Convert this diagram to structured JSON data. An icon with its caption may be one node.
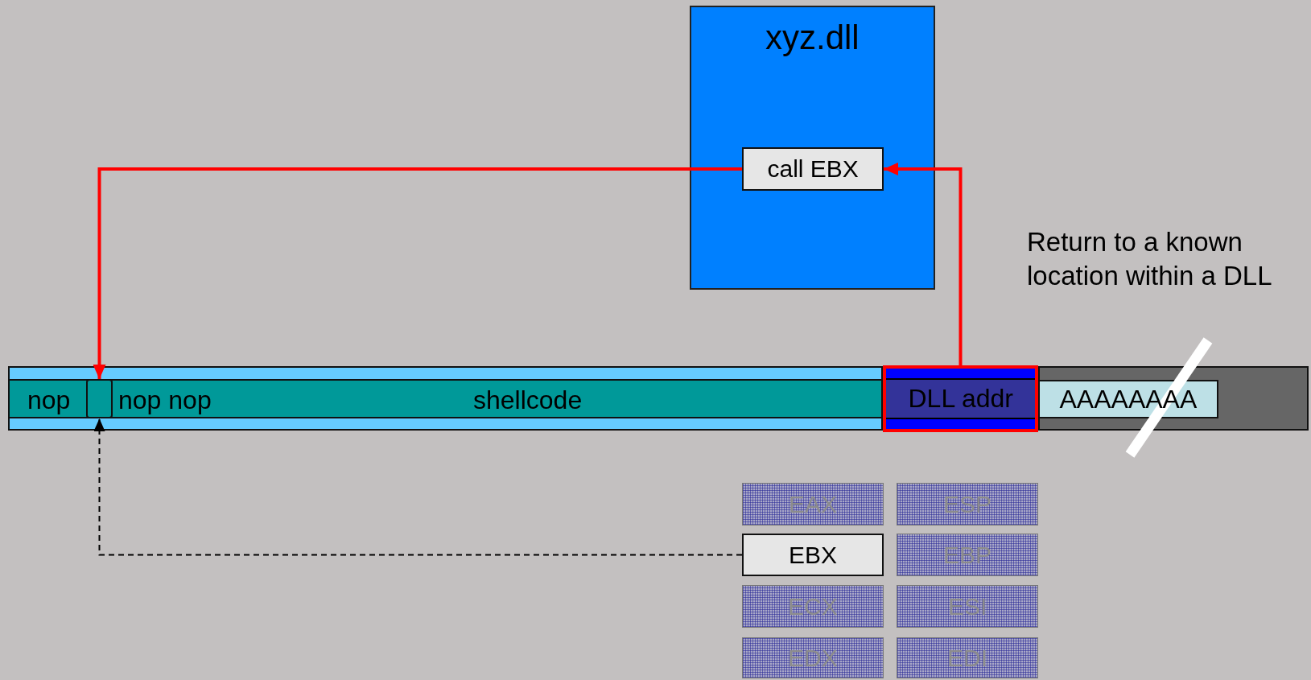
{
  "diagram": {
    "nodes": [
      {
        "text": [
          "xyz.dll"
        ]
      },
      {
        "text": [
          "call EBX"
        ],
        "in": 0
      },
      {
        "text": [],
        "shape": "bar"
      },
      {
        "text": [
          "nop",
          "nop nop",
          "shellcode"
        ],
        "in": 2
      },
      {
        "text": [],
        "shape": "box",
        "in": 3
      },
      {
        "text": [
          "DLL addr"
        ]
      },
      {
        "text": [],
        "shape": "bar"
      },
      {
        "text": [
          "AAAAAAAA"
        ],
        "in": 6
      },
      {
        "text": [
          "EAX"
        ]
      },
      {
        "text": [
          "ESP"
        ]
      },
      {
        "text": [
          "EBX"
        ]
      },
      {
        "text": [
          "EBP"
        ]
      },
      {
        "text": [
          "ECX"
        ]
      },
      {
        "text": [
          "ESI"
        ]
      },
      {
        "text": [
          "EDX"
        ]
      },
      {
        "text": [
          "EDI"
        ]
      }
    ],
    "edges": [
      {
        "from": 5,
        "to": 1,
        "arrow": "to"
      },
      {
        "from": 1,
        "to": 4,
        "arrow": "to"
      },
      {
        "from": 10,
        "to": 4,
        "arrow": "to",
        "style": "dashed",
        "color": "#000000"
      }
    ],
    "labels": [
      "Return to a known location within a DLL"
    ]
  }
}
